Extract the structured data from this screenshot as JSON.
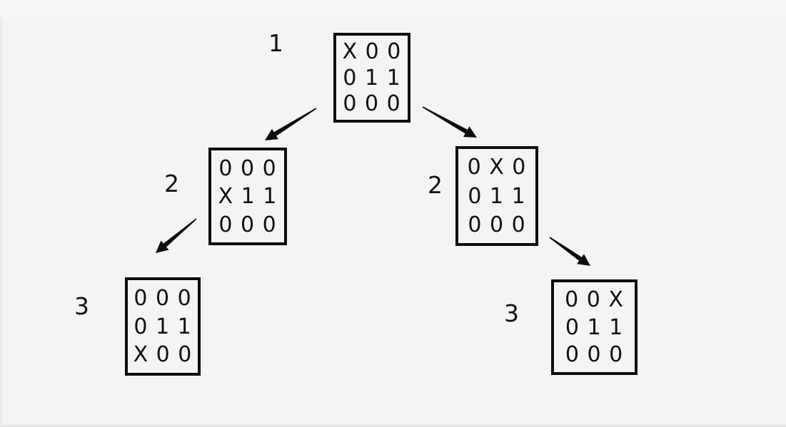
{
  "diagram": {
    "type": "tree",
    "description_colors": {
      "background": "#f4f4f4",
      "stroke": "#0d0d0d",
      "text": "#111111"
    },
    "nodes": [
      {
        "id": "root",
        "step_label": "1",
        "matrix": [
          "X 0 0",
          "0 1 1",
          "0 0 0"
        ]
      },
      {
        "id": "left-child",
        "step_label": "2",
        "matrix": [
          "0 0 0",
          "X 1 1",
          "0 0 0"
        ]
      },
      {
        "id": "right-child",
        "step_label": "2",
        "matrix": [
          "0 X 0",
          "0 1 1",
          "0 0 0"
        ]
      },
      {
        "id": "left-leaf",
        "step_label": "3",
        "matrix": [
          "0 0 0",
          "0 1 1",
          "X 0 0"
        ]
      },
      {
        "id": "right-leaf",
        "step_label": "3",
        "matrix": [
          "0 0 X",
          "0 1 1",
          "0 0 0"
        ]
      }
    ],
    "edges": [
      {
        "from": "root",
        "to": "left-child"
      },
      {
        "from": "root",
        "to": "right-child"
      },
      {
        "from": "left-child",
        "to": "left-leaf"
      },
      {
        "from": "right-child",
        "to": "right-leaf"
      }
    ]
  }
}
